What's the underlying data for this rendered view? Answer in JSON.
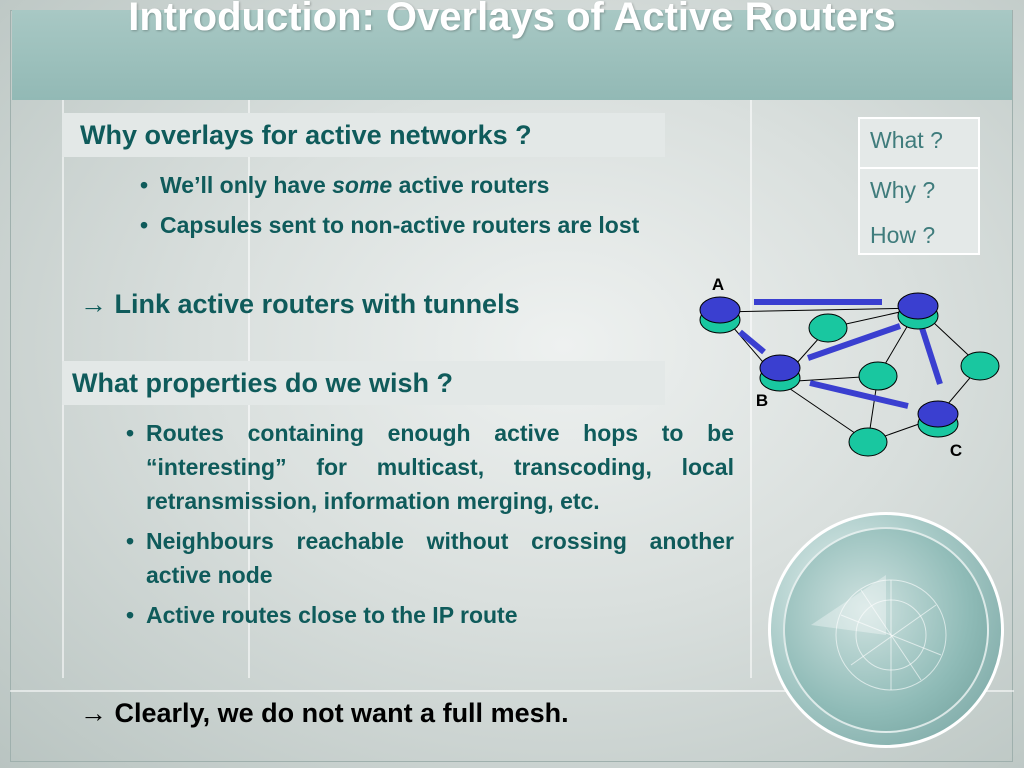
{
  "slide": {
    "title": "Introduction: Overlays of Active Routers",
    "section1": {
      "heading": "Why overlays for active networks ?",
      "bullet1": {
        "pre": "We’ll only have ",
        "emph": "some",
        "post": " active routers"
      },
      "bullet2": "Capsules sent to non-active routers are lost",
      "arrow_text": "Link active routers with tunnels"
    },
    "section2": {
      "heading": "What properties do we wish ?",
      "bullets": [
        "Routes containing enough active hops to be “interesting” for multicast, transcoding, local retransmission, information merging, etc.",
        "Neighbours reachable without crossing another active node",
        "Active routes close to the IP route"
      ]
    },
    "conclusion": "Clearly, we do not want a full mesh.",
    "side_box": {
      "items": [
        "What ?",
        "Why ?",
        "How ?"
      ]
    },
    "diagram": {
      "labels": [
        "A",
        "B",
        "C"
      ]
    },
    "bullet_glyph": "•",
    "arrow_glyph": "→"
  },
  "colors": {
    "teal_text": "#0f5b5b",
    "active_node": "#3a3fd0",
    "inactive_node": "#19c7a0",
    "tunnel": "#3a3fd0"
  },
  "icons": [
    "globe-network-graphic"
  ]
}
